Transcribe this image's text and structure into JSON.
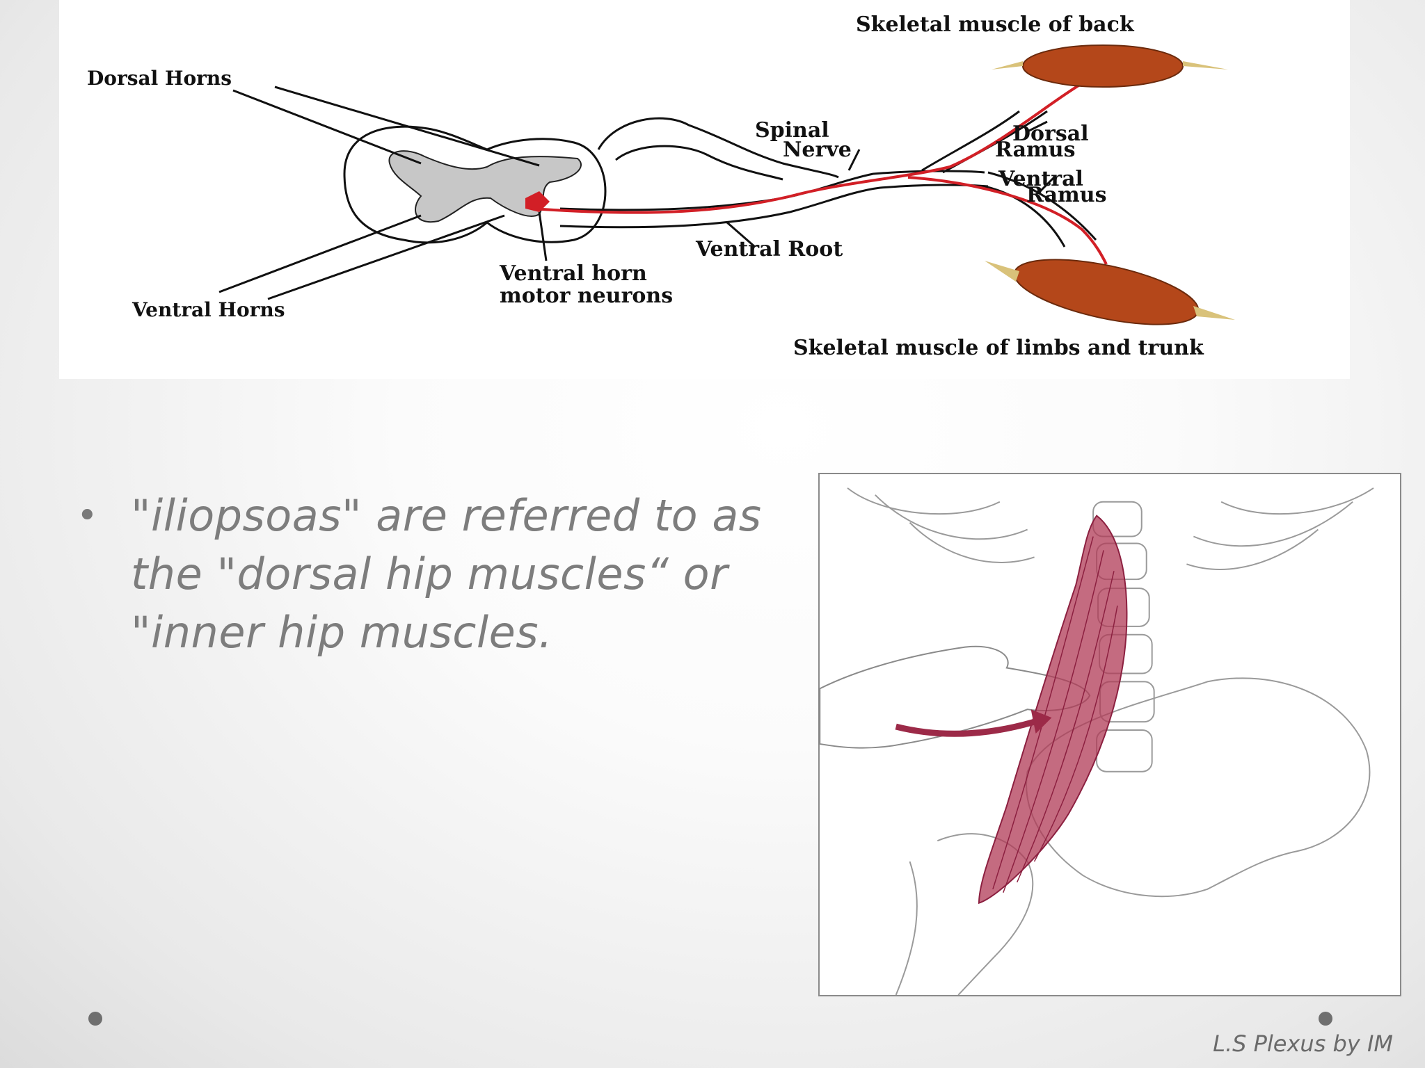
{
  "diagram": {
    "labels": {
      "skeletal_back": "Skeletal muscle of back",
      "dorsal_horns": "Dorsal Horns",
      "spinal_nerve_1": "Spinal",
      "spinal_nerve_2": "Nerve",
      "dorsal_ramus_1": "Dorsal",
      "dorsal_ramus_2": "Ramus",
      "ventral_ramus_1": "Ventral",
      "ventral_ramus_2": "Ramus",
      "ventral_root": "Ventral Root",
      "ventral_horn_mn_1": "Ventral horn",
      "ventral_horn_mn_2": "motor neurons",
      "ventral_horns": "Ventral Horns",
      "skeletal_limbs": "Skeletal muscle of limbs and trunk"
    }
  },
  "bullet": {
    "text": "\"iliopsoas\"  are referred to as the \"dorsal hip muscles“ or \"inner hip muscles."
  },
  "footer": {
    "text": "L.S Plexus by IM"
  },
  "icons": {
    "bullet": "bullet-dot",
    "nav_left": "dot-icon",
    "nav_right": "dot-icon"
  },
  "colors": {
    "nerve_red": "#d21f26",
    "muscle_brown": "#b4471a",
    "muscle_pink": "#b03a55",
    "text_gray": "#7d7d7d"
  }
}
